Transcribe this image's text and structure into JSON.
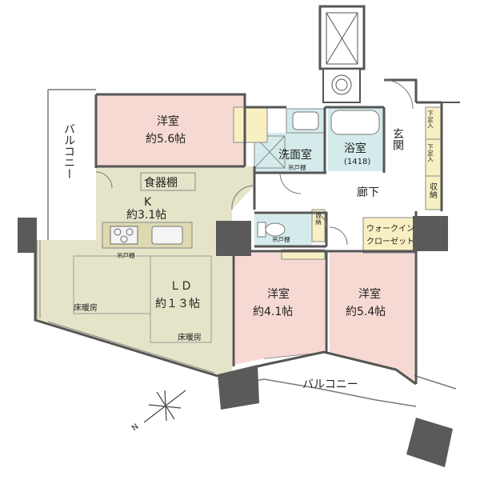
{
  "colors": {
    "western_room": "#f6d9d3",
    "living": "#e6e4c8",
    "kitchen_strip": "#ddd9b0",
    "bath": "#d5ebeb",
    "closet": "#f8f0c2",
    "wall": "#555555",
    "column": "#5a5a5a",
    "hall": "#ffffff"
  },
  "rooms": {
    "western_1": {
      "name": "洋室",
      "size": "約5.6帖"
    },
    "western_2": {
      "name": "洋室",
      "size": "約4.1帖"
    },
    "western_3": {
      "name": "洋室",
      "size": "約5.4帖"
    },
    "kitchen": {
      "name": "K",
      "size": "約3.1帖"
    },
    "ld": {
      "name": "ＬＤ",
      "size": "約１３帖"
    },
    "washroom": {
      "name": "洗面室"
    },
    "bathroom": {
      "name": "浴室",
      "note": "(1418)"
    },
    "entrance": {
      "name": "玄関"
    },
    "hallway": {
      "name": "廊下"
    },
    "walk_in": {
      "line1": "ウォークイン",
      "line2": "クローゼット"
    }
  },
  "labels": {
    "pantry": "食器棚",
    "hanging_cabinet": "吊戸棚",
    "floor_heating": "床暖房",
    "storage": "収納",
    "shoe_storage": "下足入",
    "balcony": "バルコニー",
    "compass": "N"
  }
}
